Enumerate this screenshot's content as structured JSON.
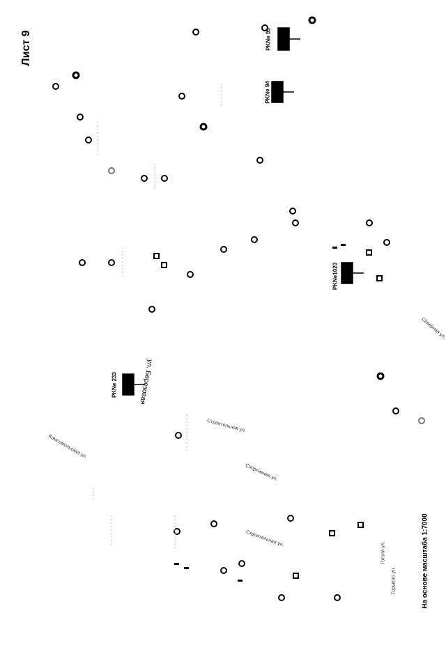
{
  "sheet": {
    "title": "Лист  9"
  },
  "footer": {
    "scale_note": "На основе масштаба 1:7000"
  },
  "markers": {
    "pk95": "PKNe 95",
    "pk94": "PKNe 94",
    "pk1020": "PKNe1020",
    "pk233": "PKNe 233"
  },
  "streets": {
    "s1": "ул. Березовая",
    "s2": "Комсомольская ул.",
    "s3": "Строительная ул.",
    "s4": "Спортивная ул.",
    "s5": "Строительная ул.",
    "s6": "Северная ул.",
    "s7": "Гоголя ул.",
    "s8": "Горького ул."
  }
}
